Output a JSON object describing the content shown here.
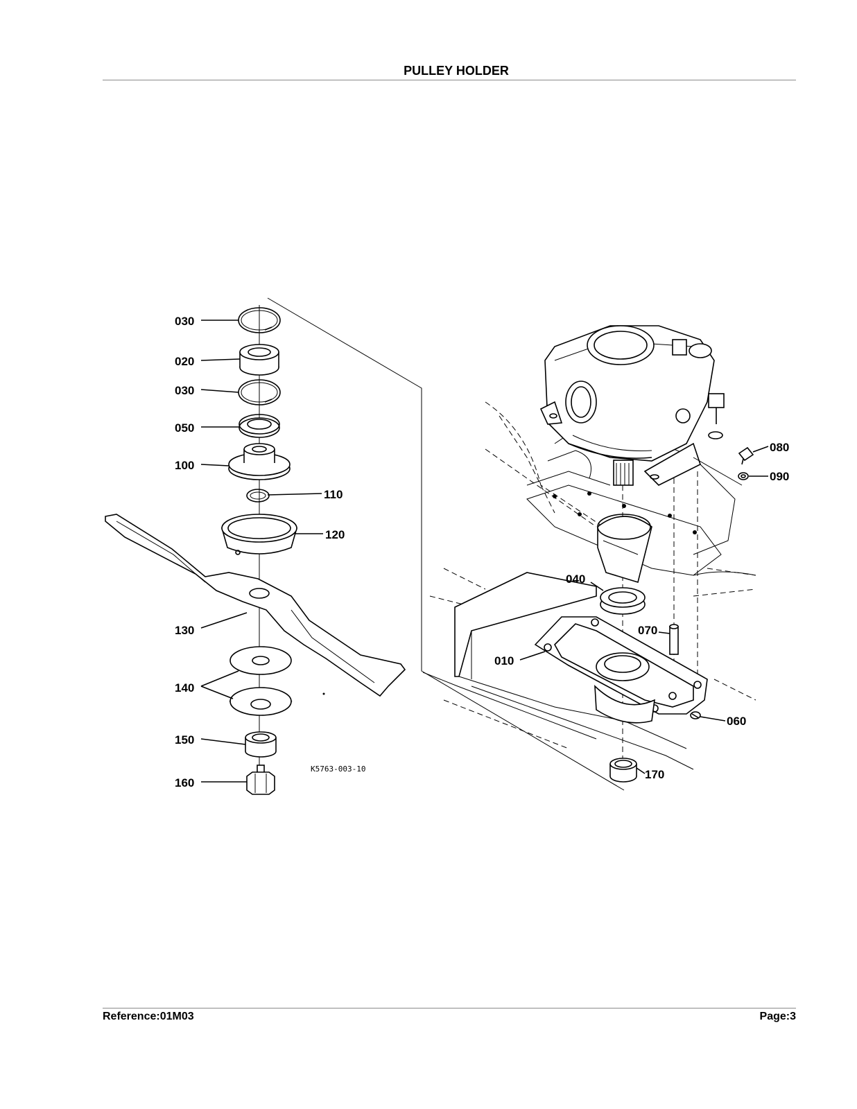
{
  "page": {
    "title": "PULLEY HOLDER",
    "reference": "Reference:01M03",
    "page_number": "Page:3"
  },
  "diagram": {
    "drawing_code": "K5763-003-10",
    "callouts": {
      "c030a": "030",
      "c020": "020",
      "c030b": "030",
      "c050": "050",
      "c100": "100",
      "c110": "110",
      "c120": "120",
      "c130": "130",
      "c140": "140",
      "c150": "150",
      "c160": "160",
      "c080": "080",
      "c090": "090",
      "c040": "040",
      "c070": "070",
      "c010": "010",
      "c060": "060",
      "c170": "170"
    }
  }
}
